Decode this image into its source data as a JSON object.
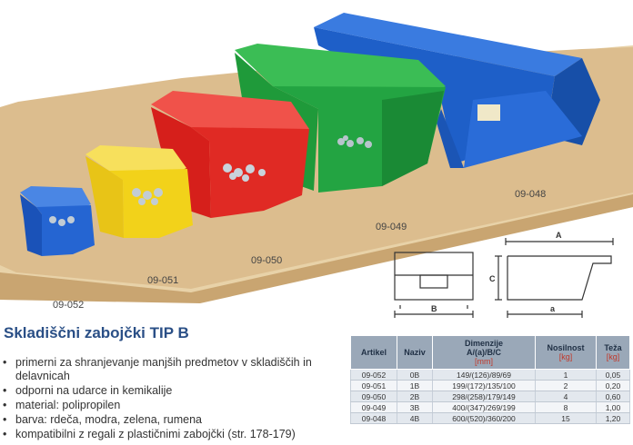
{
  "product_codes": [
    "09-052",
    "09-051",
    "09-050",
    "09-049",
    "09-048"
  ],
  "diagram_labels": {
    "a_upper": "A",
    "c": "C",
    "a_lower": "a",
    "b": "B"
  },
  "title": "Skladiščni zabojčki TIP B",
  "features": [
    "primerni za shranjevanje manjših predmetov v skladiščih in delavnicah",
    "odporni na udarce in kemikalije",
    "material: polipropilen",
    "barva: rdeča, modra, zelena, rumena",
    "kompatibilni z regali z plastičnimi zabojčki (str. 178-179)"
  ],
  "table": {
    "headers": {
      "artikel": "Artikel",
      "naziv": "Naziv",
      "dimenzije": "Dimenzije",
      "dimenzije_sub": "A/(a)/B/C",
      "dimenzije_unit": "[mm]",
      "nosilnost": "Nosilnost",
      "nosilnost_unit": "[kg]",
      "teza": "Teža",
      "teza_unit": "[kg]"
    },
    "rows": [
      {
        "artikel": "09-052",
        "naziv": "0B",
        "dimenzije": "149/(126)/89/69",
        "nosilnost": "1",
        "teza": "0,05"
      },
      {
        "artikel": "09-051",
        "naziv": "1B",
        "dimenzije": "199/(172)/135/100",
        "nosilnost": "2",
        "teza": "0,20"
      },
      {
        "artikel": "09-050",
        "naziv": "2B",
        "dimenzije": "298/(258)/179/149",
        "nosilnost": "4",
        "teza": "0,60"
      },
      {
        "artikel": "09-049",
        "naziv": "3B",
        "dimenzije": "400/(347)/269/199",
        "nosilnost": "8",
        "teza": "1,00"
      },
      {
        "artikel": "09-048",
        "naziv": "4B",
        "dimenzije": "600/(520)/360/200",
        "nosilnost": "15",
        "teza": "1,20"
      }
    ]
  },
  "colors": {
    "title": "#2a4f86",
    "table_header": "#9aa8b8",
    "unit": "#c0392b",
    "blue_bin": "#1e5fc8",
    "green_bin": "#1f9a3a",
    "red_bin": "#e02a24",
    "yellow_bin": "#f2d21a",
    "shelf": "#d9b98a"
  }
}
